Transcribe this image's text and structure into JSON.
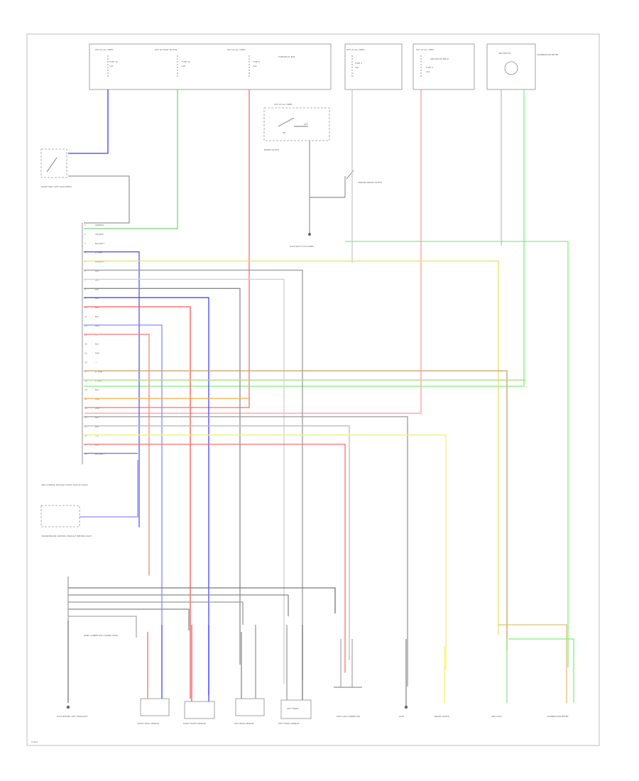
{
  "diagram": {
    "page_code": "U:08-A",
    "fuse_boxes": [
      {
        "id": "fb1",
        "header": "HOT AT ALL TIMES",
        "fuse": "FUSE 18",
        "amp": "10A"
      },
      {
        "id": "fb2",
        "header": "HOT IN START OR RUN",
        "fuse": "FUSE 32",
        "amp": "10A"
      },
      {
        "id": "fb3",
        "header": "HOT AT ALL TIMES",
        "fuse": "FUSE 8",
        "amp": "10A"
      },
      {
        "id": "fb4",
        "header": "HOT AT ALL TIMES",
        "fuse": "FUSE 3",
        "amp": "15A"
      },
      {
        "id": "fb5",
        "header": "HOT AT ALL TIMES",
        "fuse": "FUSE 4",
        "amp": "15A"
      }
    ],
    "fuse_box_note": "FUSE/RELAY BOX",
    "relay_box_label": "ABS MOTOR RELAY",
    "right_box": {
      "header": "ABS MOTOR",
      "sub": "COMBINATION METER"
    },
    "brake_switch": {
      "header": "HOT AT ALL TIMES",
      "label": "BRAKE SWITCH",
      "contact_a": "ON",
      "contact_b": "OFF"
    },
    "parking_switch": {
      "label": "PARKING BRAKE SWITCH"
    },
    "ground_main": "G401 RIGHT KICK PANEL",
    "left_switch_label": "DIODE UNIT (LEFT KICK PANEL)",
    "abs_module_label": "ABS CONTROL MODULE (RIGHT SIDE OF DASH)",
    "trans_label": "TRANSMISSION CONTROL MODULE (BEHIND DASH)",
    "lower_connector_label": "JOINT CONNECTOR (UNDER DASH)",
    "connector_pins": [
      {
        "num": "1",
        "color": "GRN/BLK"
      },
      {
        "num": "2",
        "color": "YEL/RED"
      },
      {
        "num": "3",
        "color": "BLU/WHT"
      },
      {
        "num": "4",
        "color": "LT GRN"
      },
      {
        "num": "5",
        "color": "BRN/WHT"
      },
      {
        "num": "6",
        "color": "BLK"
      },
      {
        "num": "7",
        "color": "GRY"
      },
      {
        "num": "8",
        "color": "BLK"
      },
      {
        "num": "9",
        "color": "GRY"
      },
      {
        "num": "10",
        "color": "BLK"
      },
      {
        "num": "11",
        "color": "BLU"
      },
      {
        "num": "12",
        "color": "RED"
      },
      {
        "num": "13",
        "color": "—"
      },
      {
        "num": "14",
        "color": "BLU"
      },
      {
        "num": "15",
        "color": "RED"
      },
      {
        "num": "16",
        "color": "—"
      },
      {
        "num": "17",
        "color": "LT GRN"
      },
      {
        "num": "18",
        "color": "LT BLU"
      },
      {
        "num": "19",
        "color": "BLK"
      },
      {
        "num": "20",
        "color": "ORN"
      },
      {
        "num": "21",
        "color": "WHT"
      },
      {
        "num": "22",
        "color": "BLK"
      },
      {
        "num": "23",
        "color": "BLK"
      },
      {
        "num": "24",
        "color": "YEL"
      },
      {
        "num": "25",
        "color": "RED"
      },
      {
        "num": "26",
        "color": "BLU/WHT"
      }
    ],
    "bottom_labels": [
      "G101 BEHIND LEFT HEADLIGHT",
      "RIGHT REAR SENSOR",
      "RIGHT FRONT SENSOR",
      "LEFT REAR SENSOR",
      "LEFT FRONT SENSOR",
      "DATA LINK CONNECTOR",
      "G201",
      "BRAKE SWITCH",
      "ABS LIGHT",
      "COMBINATION METER"
    ],
    "sensor_box_label": "LEFT FRONT"
  }
}
